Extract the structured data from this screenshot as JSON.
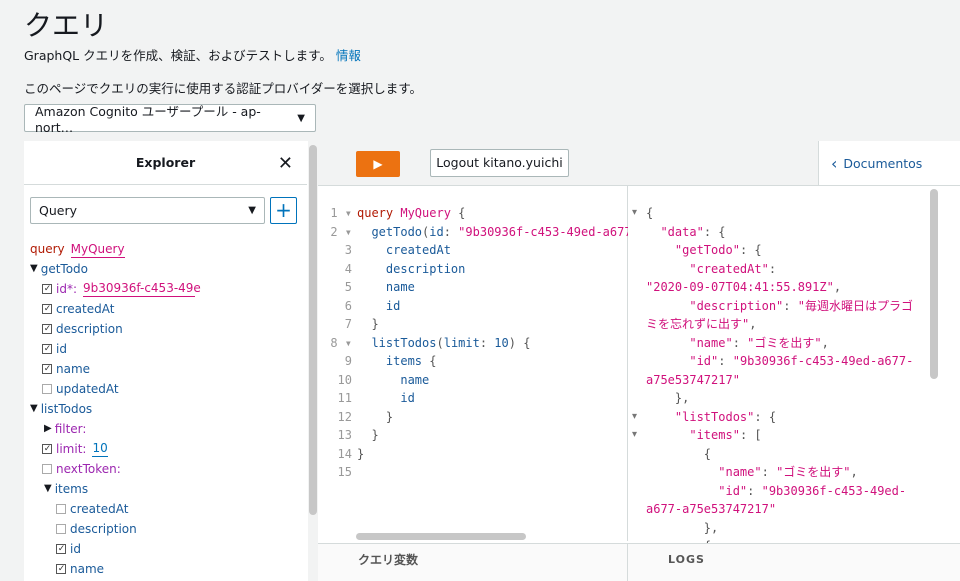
{
  "page": {
    "title": "クエリ",
    "subtitle": "GraphQL クエリを作成、検証、およびテストします。",
    "info_link": "情報",
    "provider_description": "このページでクエリの実行に使用する認証プロバイダーを選択します。",
    "provider_select_value": "Amazon Cognito ユーザープール - ap-nort…"
  },
  "explorer": {
    "title": "Explorer",
    "close_icon": "close-icon",
    "operation_select": "Query",
    "add_label": "+",
    "query_keyword": "query",
    "operation_name": "MyQuery",
    "tree": {
      "getTodo": "getTodo",
      "id_arg": "id*:",
      "id_value": "9b30936f-c453-49e",
      "createdAt": "createdAt",
      "description": "description",
      "id": "id",
      "name": "name",
      "updatedAt": "updatedAt",
      "listTodos": "listTodos",
      "filter": "filter:",
      "limit_arg": "limit:",
      "limit_value": "10",
      "nextToken": "nextToken:",
      "items": "items",
      "items_createdAt": "createdAt",
      "items_description": "description",
      "items_id": "id",
      "items_name": "name"
    }
  },
  "toolbar": {
    "run_icon": "play-icon",
    "logout_label": "Logout kitano.yuichi",
    "docs_label": "Documentos"
  },
  "editor": {
    "line_numbers": [
      "1",
      "2",
      "3",
      "4",
      "5",
      "6",
      "7",
      "8",
      "9",
      "10",
      "11",
      "12",
      "13",
      "14",
      "15"
    ],
    "lines": [
      {
        "parts": [
          {
            "t": "query ",
            "c": "c-kw"
          },
          {
            "t": "MyQuery",
            "c": "c-def"
          },
          {
            "t": " {",
            "c": "c-p"
          }
        ]
      },
      {
        "parts": [
          {
            "t": "  getTodo",
            "c": "c-field"
          },
          {
            "t": "(",
            "c": "c-p"
          },
          {
            "t": "id",
            "c": "c-field"
          },
          {
            "t": ": ",
            "c": "c-p"
          },
          {
            "t": "\"9b30936f-c453-49ed-a677",
            "c": "c-str"
          }
        ]
      },
      {
        "parts": [
          {
            "t": "    createdAt",
            "c": "c-field"
          }
        ]
      },
      {
        "parts": [
          {
            "t": "    description",
            "c": "c-field"
          }
        ]
      },
      {
        "parts": [
          {
            "t": "    name",
            "c": "c-field"
          }
        ]
      },
      {
        "parts": [
          {
            "t": "    id",
            "c": "c-field"
          }
        ]
      },
      {
        "parts": [
          {
            "t": "  }",
            "c": "c-p"
          }
        ]
      },
      {
        "parts": [
          {
            "t": "  listTodos",
            "c": "c-field"
          },
          {
            "t": "(",
            "c": "c-p"
          },
          {
            "t": "limit",
            "c": "c-field"
          },
          {
            "t": ": ",
            "c": "c-p"
          },
          {
            "t": "10",
            "c": "c-num"
          },
          {
            "t": ") {",
            "c": "c-p"
          }
        ]
      },
      {
        "parts": [
          {
            "t": "    items",
            "c": "c-field"
          },
          {
            "t": " {",
            "c": "c-p"
          }
        ]
      },
      {
        "parts": [
          {
            "t": "      name",
            "c": "c-field"
          }
        ]
      },
      {
        "parts": [
          {
            "t": "      id",
            "c": "c-field"
          }
        ]
      },
      {
        "parts": [
          {
            "t": "    }",
            "c": "c-p"
          }
        ]
      },
      {
        "parts": [
          {
            "t": "  }",
            "c": "c-p"
          }
        ]
      },
      {
        "parts": [
          {
            "t": "}",
            "c": "c-p"
          }
        ]
      },
      {
        "parts": [
          {
            "t": "",
            "c": "c-p"
          }
        ]
      }
    ]
  },
  "results": {
    "lines": [
      {
        "parts": [
          {
            "t": "{",
            "c": "r-p"
          }
        ]
      },
      {
        "parts": [
          {
            "t": "  ",
            "c": "r-p"
          },
          {
            "t": "\"data\"",
            "c": "r-key"
          },
          {
            "t": ": {",
            "c": "r-p"
          }
        ]
      },
      {
        "parts": [
          {
            "t": "    ",
            "c": "r-p"
          },
          {
            "t": "\"getTodo\"",
            "c": "r-key"
          },
          {
            "t": ": {",
            "c": "r-p"
          }
        ]
      },
      {
        "parts": [
          {
            "t": "      ",
            "c": "r-p"
          },
          {
            "t": "\"createdAt\"",
            "c": "r-key"
          },
          {
            "t": ":",
            "c": "r-p"
          }
        ]
      },
      {
        "parts": [
          {
            "t": "\"2020-09-07T04:41:55.891Z\"",
            "c": "r-str"
          },
          {
            "t": ",",
            "c": "r-p"
          }
        ]
      },
      {
        "parts": [
          {
            "t": "      ",
            "c": "r-p"
          },
          {
            "t": "\"description\"",
            "c": "r-key"
          },
          {
            "t": ": ",
            "c": "r-p"
          },
          {
            "t": "\"毎週水曜日はプラゴ",
            "c": "r-str"
          }
        ]
      },
      {
        "parts": [
          {
            "t": "ミを忘れずに出す\"",
            "c": "r-str"
          },
          {
            "t": ",",
            "c": "r-p"
          }
        ]
      },
      {
        "parts": [
          {
            "t": "      ",
            "c": "r-p"
          },
          {
            "t": "\"name\"",
            "c": "r-key"
          },
          {
            "t": ": ",
            "c": "r-p"
          },
          {
            "t": "\"ゴミを出す\"",
            "c": "r-str"
          },
          {
            "t": ",",
            "c": "r-p"
          }
        ]
      },
      {
        "parts": [
          {
            "t": "      ",
            "c": "r-p"
          },
          {
            "t": "\"id\"",
            "c": "r-key"
          },
          {
            "t": ": ",
            "c": "r-p"
          },
          {
            "t": "\"9b30936f-c453-49ed-a677-",
            "c": "r-str"
          }
        ]
      },
      {
        "parts": [
          {
            "t": "a75e53747217\"",
            "c": "r-str"
          }
        ]
      },
      {
        "parts": [
          {
            "t": "    },",
            "c": "r-p"
          }
        ]
      },
      {
        "parts": [
          {
            "t": "    ",
            "c": "r-p"
          },
          {
            "t": "\"listTodos\"",
            "c": "r-key"
          },
          {
            "t": ": {",
            "c": "r-p"
          }
        ]
      },
      {
        "parts": [
          {
            "t": "      ",
            "c": "r-p"
          },
          {
            "t": "\"items\"",
            "c": "r-key"
          },
          {
            "t": ": [",
            "c": "r-p"
          }
        ]
      },
      {
        "parts": [
          {
            "t": "        {",
            "c": "r-p"
          }
        ]
      },
      {
        "parts": [
          {
            "t": "          ",
            "c": "r-p"
          },
          {
            "t": "\"name\"",
            "c": "r-key"
          },
          {
            "t": ": ",
            "c": "r-p"
          },
          {
            "t": "\"ゴミを出す\"",
            "c": "r-str"
          },
          {
            "t": ",",
            "c": "r-p"
          }
        ]
      },
      {
        "parts": [
          {
            "t": "          ",
            "c": "r-p"
          },
          {
            "t": "\"id\"",
            "c": "r-key"
          },
          {
            "t": ": ",
            "c": "r-p"
          },
          {
            "t": "\"9b30936f-c453-49ed-",
            "c": "r-str"
          }
        ]
      },
      {
        "parts": [
          {
            "t": "a677-a75e53747217\"",
            "c": "r-str"
          }
        ]
      },
      {
        "parts": [
          {
            "t": "        },",
            "c": "r-p"
          }
        ]
      },
      {
        "parts": [
          {
            "t": "        {",
            "c": "r-p"
          }
        ]
      }
    ]
  },
  "bottom": {
    "query_variables_label": "クエリ変数",
    "logs_label": "LOGS"
  }
}
